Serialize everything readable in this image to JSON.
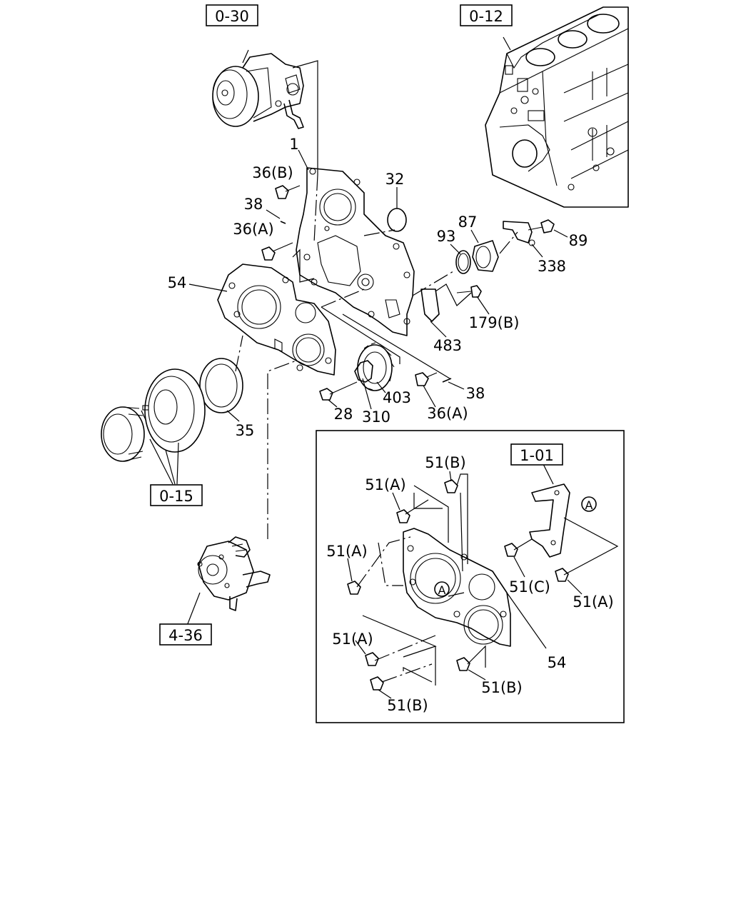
{
  "refs": {
    "ref_0_30": "0-30",
    "ref_0_12": "0-12",
    "ref_0_15": "0-15",
    "ref_4_36": "4-36",
    "ref_1_01": "1-01"
  },
  "labels": {
    "p1": "1",
    "p36b": "36(B)",
    "p38_top": "38",
    "p36a_top": "36(A)",
    "p54_main": "54",
    "p32": "32",
    "p93": "93",
    "p87": "87",
    "p89": "89",
    "p338": "338",
    "p179b": "179(B)",
    "p483": "483",
    "p403": "403",
    "p38_bot": "38",
    "p28": "28",
    "p310": "310",
    "p36a_bot": "36(A)",
    "p35": "35"
  },
  "inset": {
    "l51b_top": "51(B)",
    "l51a_1": "51(A)",
    "l51a_2": "51(A)",
    "l51c": "51(C)",
    "l51a_3": "51(A)",
    "l51a_4": "51(A)",
    "l54": "54",
    "l51b_mid": "51(B)",
    "l51b_bot": "51(B)",
    "marker_a": "A"
  }
}
